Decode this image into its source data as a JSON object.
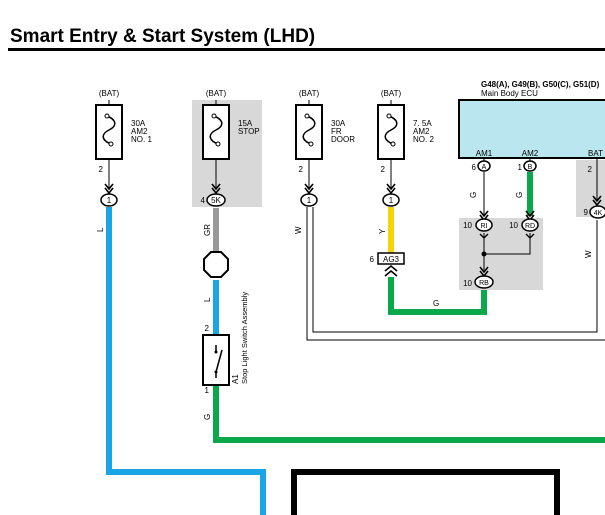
{
  "title": "Smart Entry & Start System (LHD)",
  "colors": {
    "wire_blue": "#1aa6e6",
    "wire_green": "#0aa84a",
    "wire_yellow": "#f5d40a",
    "wire_gray": "#999999",
    "shade": "#d8d8d8",
    "ecu_fill": "#b9e6ef"
  },
  "fuses": [
    {
      "source": "(BAT)",
      "rating": "30A",
      "name_line1": "AM2",
      "name_line2": "NO. 1",
      "pin": "2",
      "connector": "1",
      "wire": "L"
    },
    {
      "source": "(BAT)",
      "rating": "15A",
      "name_line1": "STOP",
      "name_line2": "",
      "pin": "4",
      "connector": "5K",
      "wire": "GR"
    },
    {
      "source": "(BAT)",
      "rating": "30A",
      "name_line1": "FR",
      "name_line2": "DOOR",
      "pin": "2",
      "connector": "1",
      "wire": "W"
    },
    {
      "source": "(BAT)",
      "rating": "7. 5A",
      "name_line1": "AM2",
      "name_line2": "NO. 2",
      "pin": "2",
      "connector": "1",
      "wire": "Y"
    }
  ],
  "ecu": {
    "connectors_label": "G48(A), G49(B), G50(C), G51(D)",
    "name": "Main Body ECU",
    "terminals": [
      {
        "name": "AM1",
        "pin": "6",
        "connector": "A",
        "wire": "G"
      },
      {
        "name": "AM2",
        "pin": "1",
        "connector": "B",
        "wire": "G"
      },
      {
        "name": "BAT",
        "pin": "2",
        "connector": "",
        "wire": ""
      }
    ]
  },
  "junction": {
    "pins": [
      {
        "pin": "10",
        "connector": "RI"
      },
      {
        "pin": "10",
        "connector": "RD"
      },
      {
        "pin": "10",
        "connector": "RB"
      }
    ],
    "output_wire": "G"
  },
  "connector_ag3": {
    "pin": "6",
    "label": "AG3"
  },
  "right_connector": {
    "pin": "9",
    "connector": "4K",
    "wire": "W"
  },
  "stop_switch": {
    "code": "A1",
    "name": "Stop Light Switch Assembly",
    "pin_top": "2",
    "pin_bottom": "1",
    "wire_in": "L",
    "wire_out": "G"
  }
}
